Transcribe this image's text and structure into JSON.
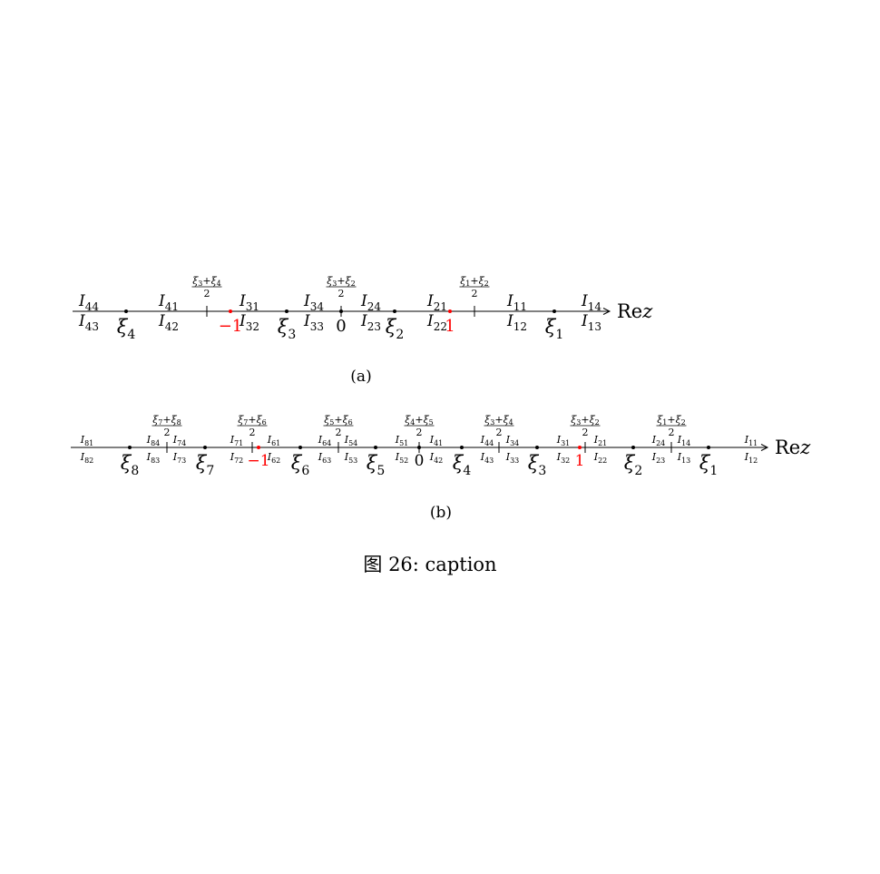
{
  "colors": {
    "ink": "#000000",
    "highlight": "#ff0000"
  },
  "diagram_a": {
    "panel_label": "(a)",
    "axis_label": "Rez",
    "points": [
      {
        "sym": "ξ",
        "sub": "4",
        "color": "ink"
      },
      {
        "sym": "−1",
        "sub": "",
        "color": "highlight"
      },
      {
        "sym": "ξ",
        "sub": "3",
        "color": "ink"
      },
      {
        "sym": "0",
        "sub": "",
        "color": "ink"
      },
      {
        "sym": "ξ",
        "sub": "2",
        "color": "ink"
      },
      {
        "sym": "1",
        "sub": "",
        "color": "highlight"
      },
      {
        "sym": "ξ",
        "sub": "1",
        "color": "ink"
      }
    ],
    "midpoints": [
      {
        "a": "3",
        "b": "4",
        "den": "2"
      },
      {
        "a": "3",
        "b": "2",
        "den": "2"
      },
      {
        "a": "1",
        "b": "2",
        "den": "2"
      }
    ],
    "upper_labels": [
      "44",
      "41",
      "31",
      "34",
      "24",
      "21",
      "11",
      "14"
    ],
    "lower_labels": [
      "43",
      "42",
      "32",
      "33",
      "23",
      "22",
      "12",
      "13"
    ]
  },
  "diagram_b": {
    "panel_label": "(b)",
    "axis_label": "Rez",
    "points": [
      {
        "sym": "ξ",
        "sub": "8",
        "color": "ink"
      },
      {
        "sym": "ξ",
        "sub": "7",
        "color": "ink"
      },
      {
        "sym": "−1",
        "sub": "",
        "color": "highlight"
      },
      {
        "sym": "ξ",
        "sub": "6",
        "color": "ink"
      },
      {
        "sym": "ξ",
        "sub": "5",
        "color": "ink"
      },
      {
        "sym": "0",
        "sub": "",
        "color": "ink"
      },
      {
        "sym": "ξ",
        "sub": "4",
        "color": "ink"
      },
      {
        "sym": "ξ",
        "sub": "3",
        "color": "ink"
      },
      {
        "sym": "1",
        "sub": "",
        "color": "highlight"
      },
      {
        "sym": "ξ",
        "sub": "2",
        "color": "ink"
      },
      {
        "sym": "ξ",
        "sub": "1",
        "color": "ink"
      }
    ],
    "midpoints": [
      {
        "a": "7",
        "b": "8",
        "den": "2"
      },
      {
        "a": "7",
        "b": "6",
        "den": "2"
      },
      {
        "a": "5",
        "b": "6",
        "den": "2"
      },
      {
        "a": "4",
        "b": "5",
        "den": "2"
      },
      {
        "a": "3",
        "b": "4",
        "den": "2"
      },
      {
        "a": "3",
        "b": "2",
        "den": "2"
      },
      {
        "a": "1",
        "b": "2",
        "den": "2"
      }
    ],
    "upper_labels": [
      "81",
      "84",
      "74",
      "71",
      "61",
      "64",
      "54",
      "51",
      "41",
      "44",
      "34",
      "31",
      "21",
      "24",
      "14",
      "11"
    ],
    "lower_labels": [
      "82",
      "83",
      "73",
      "72",
      "62",
      "63",
      "53",
      "52",
      "42",
      "43",
      "33",
      "32",
      "22",
      "23",
      "13",
      "12"
    ]
  },
  "caption": "图 26: caption"
}
